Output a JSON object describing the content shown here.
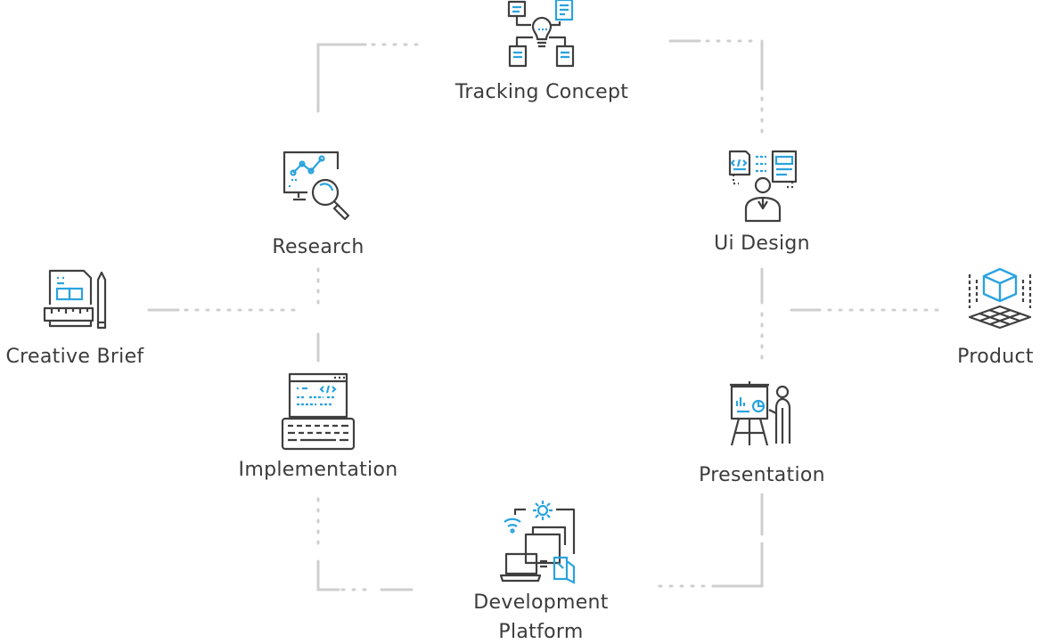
{
  "nodes": {
    "tracking_concept": {
      "label": "Tracking Concept",
      "icon": "idea-network-icon"
    },
    "research": {
      "label": "Research",
      "icon": "analytics-magnifier-icon"
    },
    "ui_design": {
      "label": "Ui Design",
      "icon": "designer-wireframe-icon"
    },
    "creative_brief": {
      "label": "Creative Brief",
      "icon": "blueprint-ruler-icon"
    },
    "product": {
      "label": "Product",
      "icon": "3d-cube-icon"
    },
    "implementation": {
      "label": "Implementation",
      "icon": "code-keyboard-icon"
    },
    "presentation": {
      "label": "Presentation",
      "icon": "presenter-easel-icon"
    },
    "development_platform": {
      "label_line1": "Development",
      "label_line2": "Platform",
      "icon": "devices-gear-icon"
    }
  },
  "colors": {
    "line": "#cfcfcf",
    "icon_dark": "#3f3f3f",
    "icon_accent": "#2aa3dd",
    "text": "#3b3b3b"
  }
}
